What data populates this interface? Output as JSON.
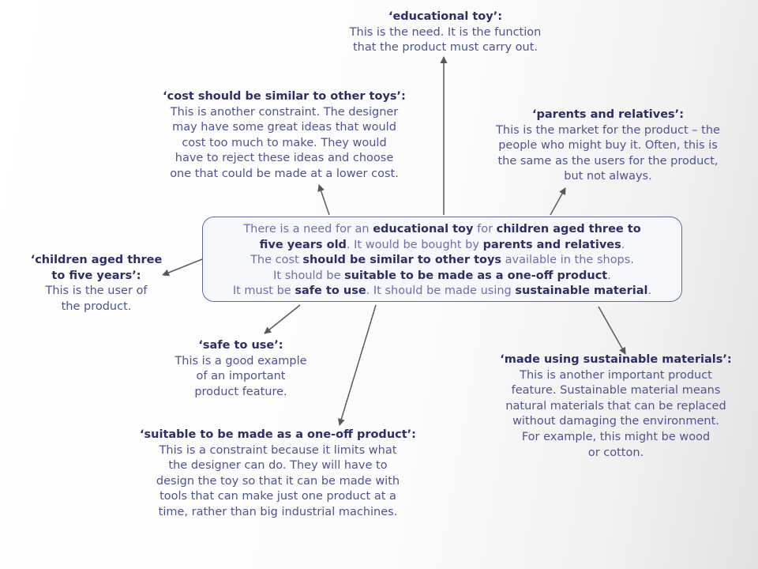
{
  "central": {
    "lines": [
      [
        "There is a need for an ",
        "educational toy",
        " for ",
        "children aged three to"
      ],
      [
        "five years old",
        ". It would be bought by ",
        "parents and relatives",
        "."
      ],
      [
        "The cost ",
        "should be similar to other toys",
        " available in the shops."
      ],
      [
        "It should be ",
        "suitable to be made as a one-off product",
        "."
      ],
      [
        "It must be ",
        "safe to use",
        ". It should be made using ",
        "sustainable material",
        "."
      ]
    ]
  },
  "notes": {
    "educational_toy": {
      "title": "‘educational toy’:",
      "lines": [
        "This is the need. It is the function",
        "that the product must carry out."
      ]
    },
    "cost": {
      "title": "‘cost should be similar to other toys’:",
      "lines": [
        "This is another constraint. The designer",
        "may have some great ideas that would",
        "cost too much to make. They would",
        "have to reject these ideas and choose",
        "one that could be made at a lower cost."
      ]
    },
    "parents": {
      "title": "‘parents and relatives’:",
      "lines": [
        "This is the market for the product – the",
        "people who might buy it. Often, this is",
        "the same as the users for the product,",
        "but not always."
      ]
    },
    "children": {
      "title": "‘children aged three",
      "lines": [
        "to five years’:",
        "This is the user of",
        "the product."
      ]
    },
    "safe": {
      "title": "‘safe to use’:",
      "lines": [
        "This is a good example",
        "of an important",
        "product feature."
      ]
    },
    "sustainable": {
      "title": "‘made using sustainable materials’:",
      "lines": [
        "This is another important product",
        "feature. Sustainable material means",
        "natural materials that can be replaced",
        "without damaging the environment.",
        "For example, this might be wood",
        "or cotton."
      ]
    },
    "oneoff": {
      "title": "‘suitable to be made as a one-off product’:",
      "lines": [
        "This is a constraint because it limits what",
        "the designer can do. They will have to",
        "design the toy so that it can be made with",
        "tools that can make just one product at a",
        "time, rather than big industrial machines."
      ]
    }
  },
  "colors": {
    "title": "#2b2f66",
    "body": "#4e5394",
    "arrow": "#555a62",
    "box_border": "#5f6a9a"
  }
}
